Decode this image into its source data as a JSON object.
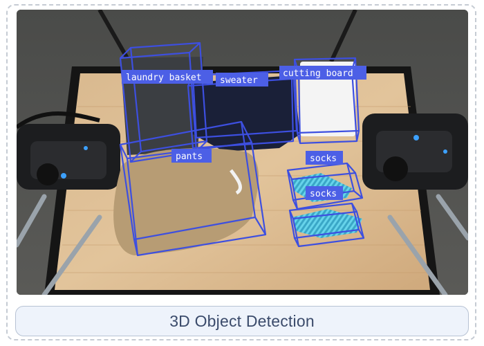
{
  "caption": "3D Object Detection",
  "colors": {
    "box": "#3d4fe0",
    "label_bg": "#4c5fe6",
    "caption_text": "#3b4b6b",
    "caption_bg": "#eef3fb"
  },
  "detections": [
    {
      "id": "laundry-basket",
      "label": "laundry basket"
    },
    {
      "id": "sweater",
      "label": "sweater"
    },
    {
      "id": "cutting-board",
      "label": "cutting board"
    },
    {
      "id": "pants",
      "label": "pants"
    },
    {
      "id": "socks-upper",
      "label": "socks"
    },
    {
      "id": "socks-lower",
      "label": "socks"
    }
  ]
}
